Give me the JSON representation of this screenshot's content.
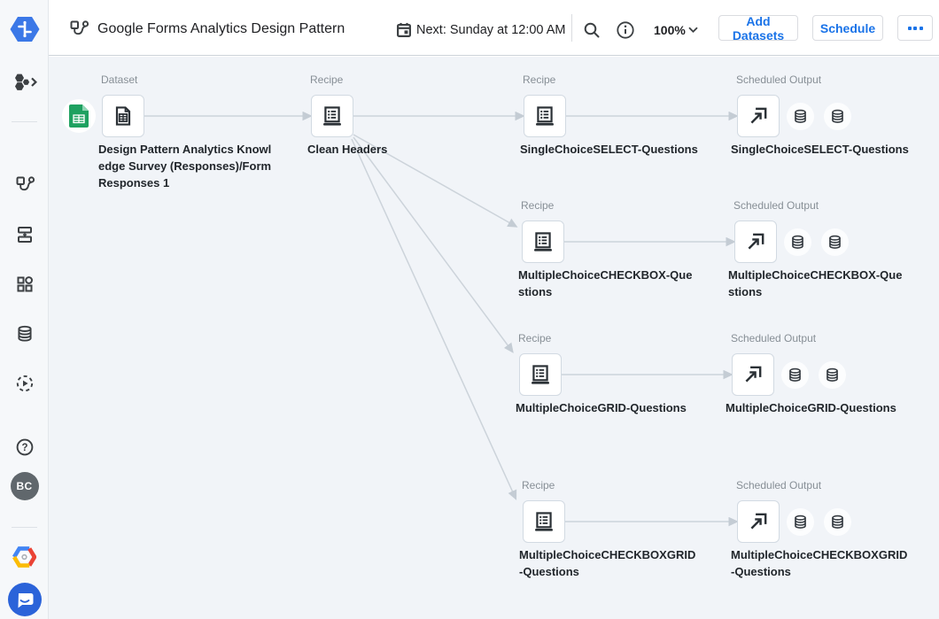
{
  "header": {
    "title": "Google Forms Analytics Design Pattern",
    "schedule_next": "Next: Sunday at 12:00 AM",
    "zoom_level": "100%",
    "buttons": {
      "add_datasets": "Add Datasets",
      "schedule": "Schedule"
    }
  },
  "sidebar": {
    "avatar_initials": "BC",
    "icons": [
      "dataprep-logo",
      "flows-menu-icon",
      "chevron-right-icon",
      "flow-icon",
      "import-icon",
      "library-icon",
      "connections-icon",
      "job-history-icon",
      "help-icon",
      "google-cloud-icon",
      "chat-icon"
    ]
  },
  "colors": {
    "accent_blue": "#1a73e8",
    "canvas_bg": "#f1f4f8",
    "edge": "#ccd3da",
    "sheets_green": "#1ea160",
    "icon_dark": "#343a40"
  },
  "canvas": {
    "icons": [
      "sheets-icon",
      "dataset-icon",
      "recipe-icon",
      "output-icon",
      "database-icon"
    ],
    "nodes": [
      {
        "type_label": "Dataset",
        "name": "Design Pattern Analytics Knowl\nedge Survey (Responses)/Form\nResponses 1"
      },
      {
        "type_label": "Recipe",
        "name": "Clean Headers"
      },
      {
        "type_label": "Recipe",
        "name": "SingleChoiceSELECT-Questions"
      },
      {
        "type_label": "Scheduled Output",
        "name": "SingleChoiceSELECT-Questions"
      },
      {
        "type_label": "Recipe",
        "name": "MultipleChoiceCHECKBOX-Que\nstions"
      },
      {
        "type_label": "Scheduled Output",
        "name": "MultipleChoiceCHECKBOX-Que\nstions"
      },
      {
        "type_label": "Recipe",
        "name": "MultipleChoiceGRID-Questions"
      },
      {
        "type_label": "Scheduled Output",
        "name": "MultipleChoiceGRID-Questions"
      },
      {
        "type_label": "Recipe",
        "name": "MultipleChoiceCHECKBOXGRID\n-Questions"
      },
      {
        "type_label": "Scheduled Output",
        "name": "MultipleChoiceCHECKBOXGRID\n-Questions"
      }
    ]
  }
}
